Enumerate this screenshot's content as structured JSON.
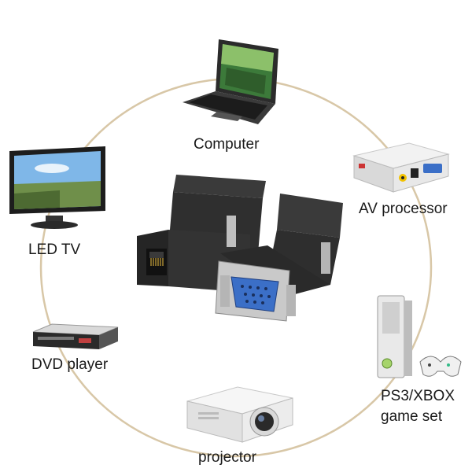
{
  "devices": {
    "computer": {
      "label": "Computer",
      "icon": "laptop-icon"
    },
    "av_processor": {
      "label": "AV processor",
      "icon": "av-box-icon"
    },
    "game_set": {
      "label_line1": "PS3/XBOX",
      "label_line2": "game set",
      "icon": "game-console-icon"
    },
    "projector": {
      "label": "projector",
      "icon": "projector-icon"
    },
    "dvd_player": {
      "label": "DVD player",
      "icon": "dvd-player-icon"
    },
    "led_tv": {
      "label": "LED TV",
      "icon": "tv-icon"
    }
  },
  "center": {
    "icon": "vga-rj45-adapter-icon"
  },
  "colors": {
    "ring": "#d8c7a7",
    "adapter": "#2a2a2a",
    "vga_port": "#3b6fc7",
    "screen_sky": "#7fb7e8"
  }
}
